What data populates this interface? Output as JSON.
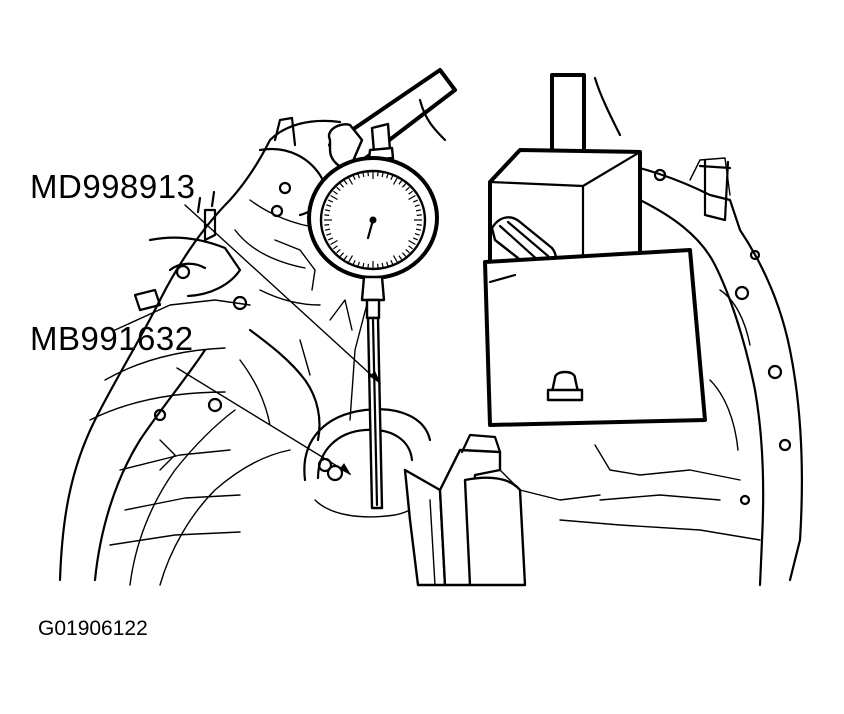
{
  "figure": {
    "callouts": [
      {
        "id": "dial-indicator",
        "label": "MD998913"
      },
      {
        "id": "gauge-rod",
        "label": "MB991632"
      }
    ],
    "figure_id": "G01906122"
  },
  "colors": {
    "ink": "#000000",
    "paper": "#ffffff"
  }
}
